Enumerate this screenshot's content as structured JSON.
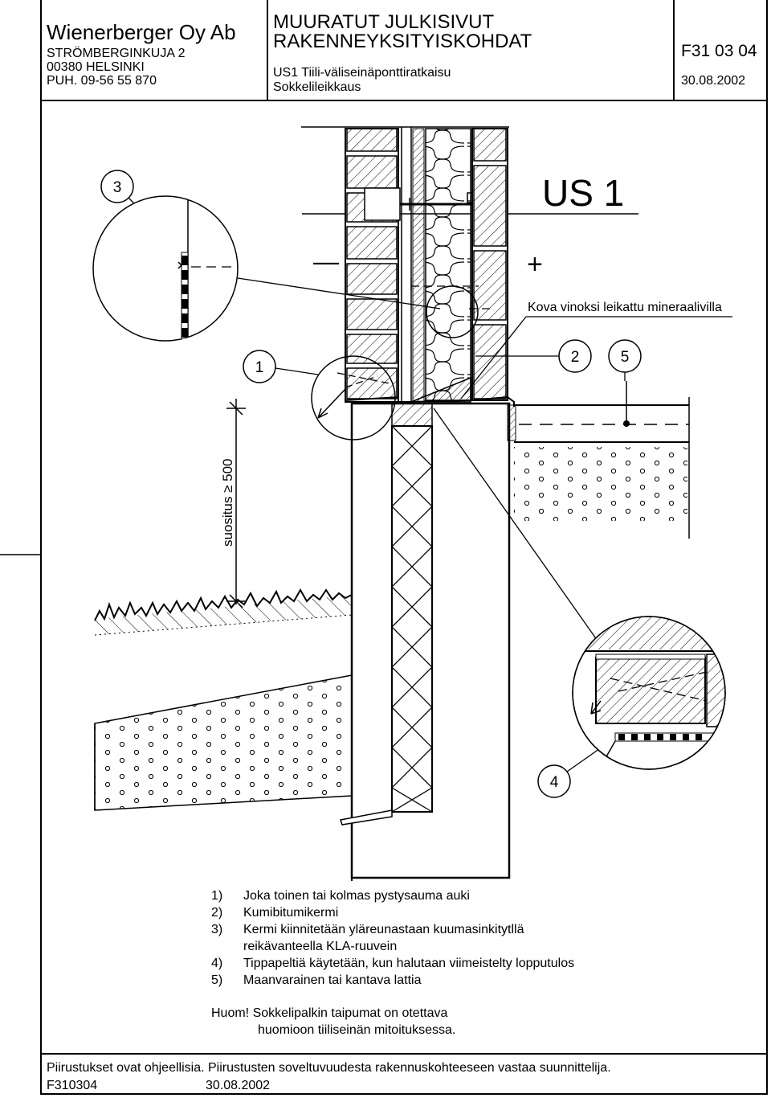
{
  "header": {
    "company": "Wienerberger Oy Ab",
    "address1": "STRÖMBERGINKUJA 2",
    "address2": "00380 HELSINKI",
    "phone": "PUH. 09-56 55 870",
    "title_line1": "MUURATUT JULKISIVUT",
    "title_line2": "RAKENNEYKSITYISKOHDAT",
    "subtitle1": "US1 Tiili-väliseinäponttiratkaisu",
    "subtitle2": "Sokkelileikkaus",
    "drawing_code": "F31 03 04",
    "date": "30.08.2002"
  },
  "drawing": {
    "label_main": "US 1",
    "minus": "—",
    "plus": "+",
    "insulation_note": "Kova vinoksi leikattu mineraalivilla",
    "callouts": [
      "1",
      "2",
      "3",
      "4",
      "5"
    ],
    "dimension": "suositus ≥ 500"
  },
  "notes": [
    {
      "num": "1)",
      "text": "Joka toinen tai kolmas pystysauma auki"
    },
    {
      "num": "2)",
      "text": "Kumibitumikermi"
    },
    {
      "num": "3)",
      "text": "Kermi kiinnitetään yläreunastaan kuumasinkitytllä",
      "cont": "reikävanteella KLA-ruuvein"
    },
    {
      "num": "4)",
      "text": "Tippapeltiä käytetään, kun halutaan viimeistelty lopputulos"
    },
    {
      "num": "5)",
      "text": "Maanvarainen tai kantava lattia"
    }
  ],
  "huom": {
    "line1": "Huom! Sokkelipalkin taipumat on otettava",
    "line2": "huomioon tiiliseinän mitoituksessa."
  },
  "footer": {
    "text": "Piirustukset ovat ohjeellisia. Piirustusten soveltuvuudesta rakennuskohteeseen vastaa suunnittelija.",
    "code": "F310304",
    "date": "30.08.2002"
  }
}
